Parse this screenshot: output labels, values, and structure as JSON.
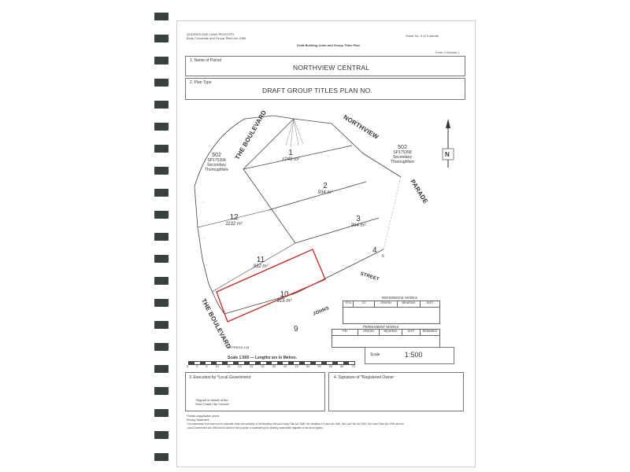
{
  "header": {
    "authority_line1": "QUEENSLAND LAND REGISTRY",
    "authority_line2": "Body Corporate and Group Titles Act 1980",
    "plan_title": "Draft Building Units and Group Titles Plan",
    "sheet_no": "Sheet No. 5 of 5 sheets",
    "form_version": "Form 4 Version 1"
  },
  "parcel": {
    "label": "1. Name of Parcel",
    "value": "NORTHVIEW CENTRAL"
  },
  "plan_type": {
    "label": "2. Plan Type",
    "value": "DRAFT GROUP TITLES PLAN NO."
  },
  "map": {
    "streets": [
      "THE BOULEVARD",
      "NORTHVIEW",
      "PARADE",
      "THE BOULEVARD",
      "JOHNS",
      "STREET"
    ],
    "adjoining": [
      {
        "lot": "502",
        "plan": "SP175358",
        "desc1": "Secondary",
        "desc2": "Thoroughfare"
      },
      {
        "lot": "502",
        "plan": "SP175358",
        "desc1": "Secondary",
        "desc2": "Thoroughfare"
      }
    ],
    "lots": [
      {
        "no": "1",
        "area": "1048 m²"
      },
      {
        "no": "2",
        "area": "934 m²"
      },
      {
        "no": "3",
        "area": "994 m²"
      },
      {
        "no": "4",
        "area": ""
      },
      {
        "no": "9",
        "area": ""
      },
      {
        "no": "10",
        "area": "915 m²"
      },
      {
        "no": "11",
        "area": "932 m²"
      },
      {
        "no": "12",
        "area": "1132 m²"
      }
    ],
    "north_letter": "N",
    "small_label": "6",
    "corner_note": "SYPREDD 3 M"
  },
  "reference_marks": {
    "title": "REFERENCE MARKS",
    "headers": [
      "STN",
      "TO",
      "ORIGIN",
      "BEARING",
      "DIST"
    ]
  },
  "permanent_marks": {
    "title": "PERMANENT MARKS",
    "headers": [
      "PM",
      "ORIGIN",
      "BEARING",
      "DIST",
      "REMARKS"
    ]
  },
  "scale": {
    "label": "Scale",
    "value": "1:500",
    "caption": "Scale 1:500 — Lengths are in Metres.",
    "ticks": [
      "5",
      "0",
      "5",
      "10",
      "15",
      "20",
      "25",
      "30",
      "35",
      "40",
      "45",
      "50",
      "55",
      "60",
      "65",
      "70"
    ]
  },
  "execution": {
    "label": "3. Execution by *Local Government",
    "signed1": "*Signed of behalf of the",
    "signed2": "Gold Coast City Council"
  },
  "signature": {
    "label": "4. Signature of *Registered Owner"
  },
  "footer": {
    "line1": "*Delete inapplicable words",
    "line2": "Privacy Statement",
    "line3": "The information from this form is collected under the authority of the Building Unit and Group Title Act 1980, the Valuation of Land Act 1944, the Land Tax Act 1915, the Land Titles Act 1994 and the",
    "line4": "Local Government Act 1993 and is used for the purpose of maintaining the publicly searchable registers in the land registry."
  }
}
